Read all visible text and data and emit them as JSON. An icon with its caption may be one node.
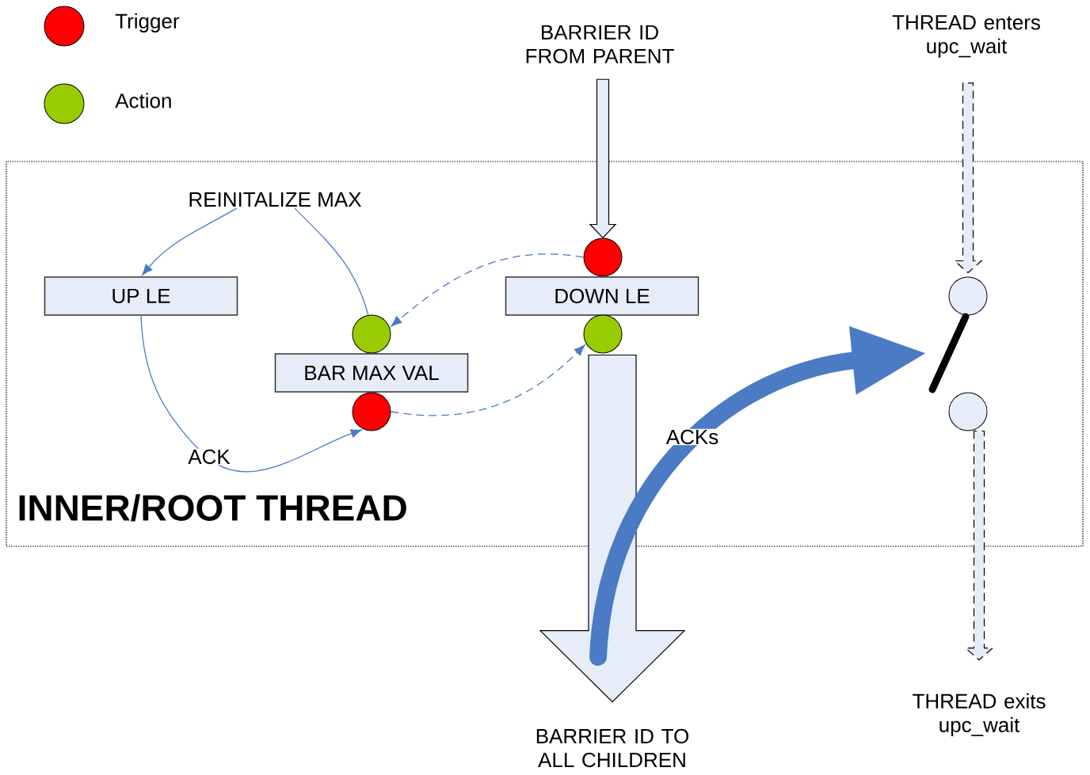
{
  "diagram": {
    "nodes": [
      {
        "text": [
          "INNER/ROOT THREAD"
        ]
      },
      {
        "text": [
          "REINITALIZE MAX"
        ],
        "in": 0
      },
      {
        "text": [
          "UP LE"
        ],
        "in": 0
      },
      {
        "text": [],
        "shape": "circle",
        "in": 0
      },
      {
        "text": [
          "BAR MAX VAL"
        ],
        "in": 0
      },
      {
        "text": [],
        "shape": "circle",
        "in": 0
      },
      {
        "text": [],
        "shape": "circle",
        "in": 0
      },
      {
        "text": [
          "DOWN LE"
        ],
        "in": 0
      },
      {
        "text": [],
        "shape": "circle",
        "in": 0
      },
      {
        "text": [],
        "shape": "circle",
        "in": 0
      },
      {
        "text": [],
        "shape": "bar",
        "in": 0
      },
      {
        "text": [],
        "shape": "circle",
        "in": 0
      },
      {
        "text": [
          "BARRIER ID FROM PARENT"
        ]
      },
      {
        "text": [
          "BARRIER ID TO ALL CHILDREN"
        ]
      },
      {
        "text": [
          "THREAD enters upc_wait"
        ]
      },
      {
        "text": [
          "THREAD exits upc_wait"
        ]
      }
    ],
    "edges": [
      {
        "from": 1,
        "to": 2,
        "arrow": "to"
      },
      {
        "from": 1,
        "to": 3,
        "arrow": "none"
      },
      {
        "from": 2,
        "to": 5,
        "arrow": "to",
        "label": "ACK"
      },
      {
        "from": 6,
        "to": 3,
        "arrow": "to",
        "style": "dashed"
      },
      {
        "from": 5,
        "to": 8,
        "arrow": "to",
        "style": "dashed"
      },
      {
        "from": 12,
        "to": 6,
        "arrow": "to",
        "style": "thick",
        "color": "#000000"
      },
      {
        "from": 8,
        "to": 13,
        "arrow": "to",
        "style": "thick",
        "color": "#000000"
      },
      {
        "from": 14,
        "to": 9,
        "arrow": "to",
        "style": "dashed",
        "color": "#000000"
      },
      {
        "from": 11,
        "to": 15,
        "arrow": "to",
        "style": "dashed",
        "color": "#000000"
      },
      {
        "from": null,
        "to": 10,
        "arrow": "to",
        "style": "thick",
        "label": "ACKs"
      }
    ],
    "legend": [
      {
        "text": "Trigger",
        "color": "#ff0000"
      },
      {
        "text": "Action",
        "color": "#99cc00"
      }
    ]
  }
}
